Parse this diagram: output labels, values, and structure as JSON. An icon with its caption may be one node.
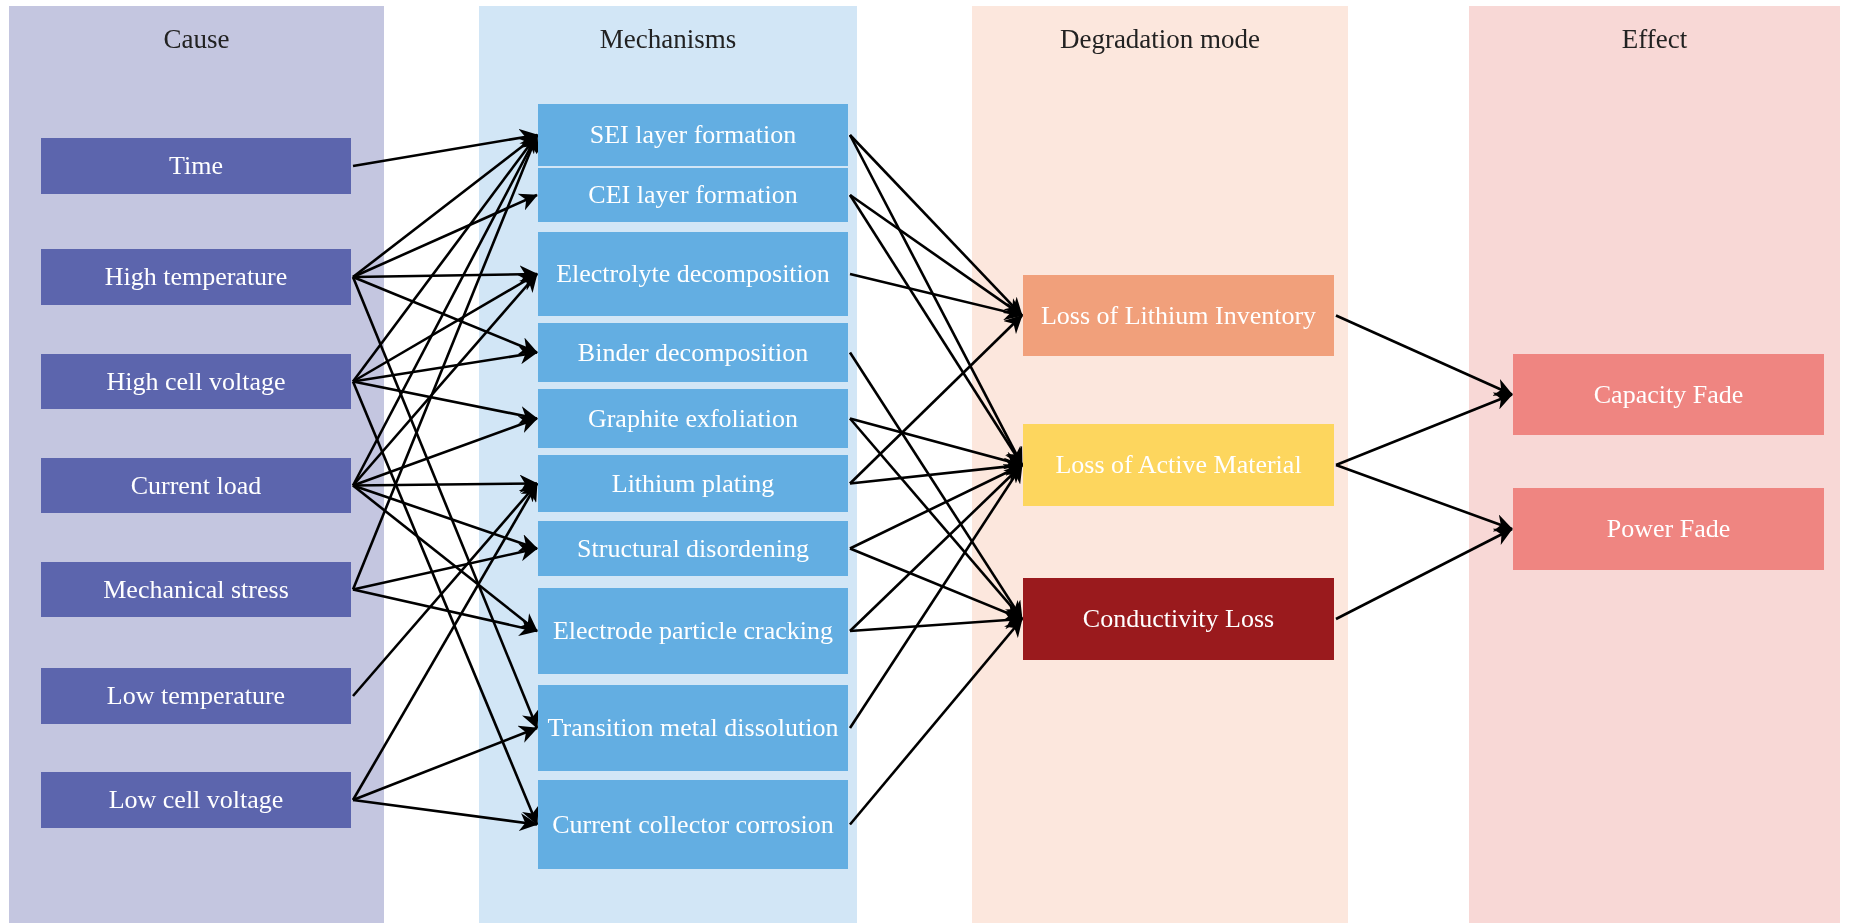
{
  "diagram": {
    "nodes": [
      {
        "text": [
          "Cause"
        ]
      },
      {
        "text": [
          "Time"
        ],
        "in": 0
      },
      {
        "text": [
          "High temperature"
        ],
        "in": 0
      },
      {
        "text": [
          "High cell voltage"
        ],
        "in": 0
      },
      {
        "text": [
          "Current load"
        ],
        "in": 0
      },
      {
        "text": [
          "Mechanical stress"
        ],
        "in": 0
      },
      {
        "text": [
          "Low temperature"
        ],
        "in": 0
      },
      {
        "text": [
          "Low cell voltage"
        ],
        "in": 0
      },
      {
        "text": [
          "Mechanisms"
        ]
      },
      {
        "text": [
          "SEI layer formation"
        ],
        "in": 8
      },
      {
        "text": [
          "CEI layer formation"
        ],
        "in": 8
      },
      {
        "text": [
          "Electrolyte decomposition"
        ],
        "in": 8
      },
      {
        "text": [
          "Binder decomposition"
        ],
        "in": 8
      },
      {
        "text": [
          "Graphite exfoliation"
        ],
        "in": 8
      },
      {
        "text": [
          "Lithium plating"
        ],
        "in": 8
      },
      {
        "text": [
          "Structural disordening"
        ],
        "in": 8
      },
      {
        "text": [
          "Electrode particle cracking"
        ],
        "in": 8
      },
      {
        "text": [
          "Transition metal dissolution"
        ],
        "in": 8
      },
      {
        "text": [
          "Current collector corrosion"
        ],
        "in": 8
      },
      {
        "text": [
          "Degradation mode"
        ]
      },
      {
        "text": [
          "Loss of Lithium Inventory"
        ],
        "in": 19
      },
      {
        "text": [
          "Loss of Active Material"
        ],
        "in": 19
      },
      {
        "text": [
          "Conductivity Loss"
        ],
        "in": 19
      },
      {
        "text": [
          "Effect"
        ]
      },
      {
        "text": [
          "Capacity Fade"
        ],
        "in": 23
      },
      {
        "text": [
          "Power Fade"
        ],
        "in": 23
      }
    ],
    "edges": [
      {
        "from": 1,
        "to": 9,
        "arrow": "to"
      },
      {
        "from": 2,
        "to": 9,
        "arrow": "to"
      },
      {
        "from": 2,
        "to": 10,
        "arrow": "to"
      },
      {
        "from": 2,
        "to": 11,
        "arrow": "to"
      },
      {
        "from": 2,
        "to": 12,
        "arrow": "to"
      },
      {
        "from": 2,
        "to": 17,
        "arrow": "to"
      },
      {
        "from": 3,
        "to": 9,
        "arrow": "to"
      },
      {
        "from": 3,
        "to": 11,
        "arrow": "to"
      },
      {
        "from": 3,
        "to": 12,
        "arrow": "to"
      },
      {
        "from": 3,
        "to": 13,
        "arrow": "to"
      },
      {
        "from": 3,
        "to": 18,
        "arrow": "to"
      },
      {
        "from": 4,
        "to": 9,
        "arrow": "to"
      },
      {
        "from": 4,
        "to": 11,
        "arrow": "to"
      },
      {
        "from": 4,
        "to": 13,
        "arrow": "to"
      },
      {
        "from": 4,
        "to": 14,
        "arrow": "to"
      },
      {
        "from": 4,
        "to": 15,
        "arrow": "to"
      },
      {
        "from": 4,
        "to": 16,
        "arrow": "to"
      },
      {
        "from": 5,
        "to": 9,
        "arrow": "to"
      },
      {
        "from": 5,
        "to": 15,
        "arrow": "to"
      },
      {
        "from": 5,
        "to": 16,
        "arrow": "to"
      },
      {
        "from": 6,
        "to": 14,
        "arrow": "to"
      },
      {
        "from": 7,
        "to": 14,
        "arrow": "to"
      },
      {
        "from": 7,
        "to": 17,
        "arrow": "to"
      },
      {
        "from": 7,
        "to": 18,
        "arrow": "to"
      },
      {
        "from": 9,
        "to": 20,
        "arrow": "to"
      },
      {
        "from": 9,
        "to": 21,
        "arrow": "to"
      },
      {
        "from": 10,
        "to": 20,
        "arrow": "to"
      },
      {
        "from": 10,
        "to": 21,
        "arrow": "to"
      },
      {
        "from": 11,
        "to": 20,
        "arrow": "to"
      },
      {
        "from": 12,
        "to": 22,
        "arrow": "to"
      },
      {
        "from": 13,
        "to": 21,
        "arrow": "to"
      },
      {
        "from": 13,
        "to": 22,
        "arrow": "to"
      },
      {
        "from": 14,
        "to": 20,
        "arrow": "to"
      },
      {
        "from": 14,
        "to": 21,
        "arrow": "to"
      },
      {
        "from": 15,
        "to": 21,
        "arrow": "to"
      },
      {
        "from": 15,
        "to": 22,
        "arrow": "to"
      },
      {
        "from": 16,
        "to": 21,
        "arrow": "to"
      },
      {
        "from": 16,
        "to": 22,
        "arrow": "to"
      },
      {
        "from": 17,
        "to": 21,
        "arrow": "to"
      },
      {
        "from": 18,
        "to": 22,
        "arrow": "to"
      },
      {
        "from": 20,
        "to": 24,
        "arrow": "to"
      },
      {
        "from": 21,
        "to": 24,
        "arrow": "to"
      },
      {
        "from": 21,
        "to": 25,
        "arrow": "to"
      },
      {
        "from": 22,
        "to": 25,
        "arrow": "to"
      }
    ]
  }
}
